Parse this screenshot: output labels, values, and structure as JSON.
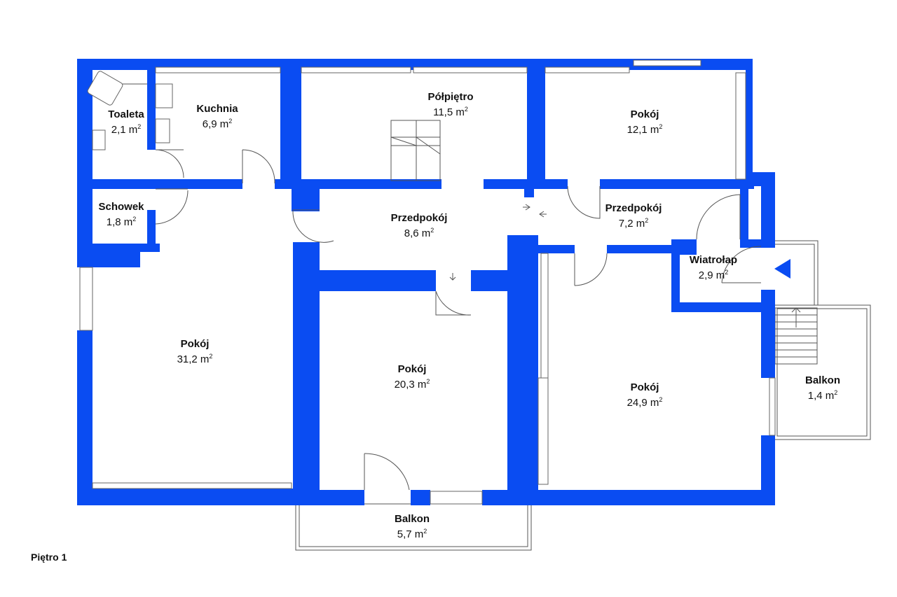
{
  "floor_label": "Piętro 1",
  "colors": {
    "wall": "#0a4cf2",
    "background": "#ffffff",
    "entrance_marker": "#0a4cf2"
  },
  "entrance_marker_icon": "triangle-left",
  "unit": "m",
  "unit_exponent": "2",
  "rooms": [
    {
      "id": "toaleta",
      "name": "Toaleta",
      "area": "2,1 m"
    },
    {
      "id": "kuchnia",
      "name": "Kuchnia",
      "area": "6,9 m"
    },
    {
      "id": "polpietro",
      "name": "Półpiętro",
      "area": "11,5 m"
    },
    {
      "id": "pokoj-ne",
      "name": "Pokój",
      "area": "12,1 m"
    },
    {
      "id": "schowek",
      "name": "Schowek",
      "area": "1,8 m"
    },
    {
      "id": "przedpokoj-c",
      "name": "Przedpokój",
      "area": "8,6 m"
    },
    {
      "id": "przedpokoj-e",
      "name": "Przedpokój",
      "area": "7,2 m"
    },
    {
      "id": "wiatrolap",
      "name": "Wiatrołap",
      "area": "2,9 m"
    },
    {
      "id": "pokoj-w",
      "name": "Pokój",
      "area": "31,2 m"
    },
    {
      "id": "pokoj-c",
      "name": "Pokój",
      "area": "20,3 m"
    },
    {
      "id": "pokoj-e",
      "name": "Pokój",
      "area": "24,9 m"
    },
    {
      "id": "balkon-e",
      "name": "Balkon",
      "area": "1,4 m"
    },
    {
      "id": "balkon-s",
      "name": "Balkon",
      "area": "5,7 m"
    }
  ]
}
